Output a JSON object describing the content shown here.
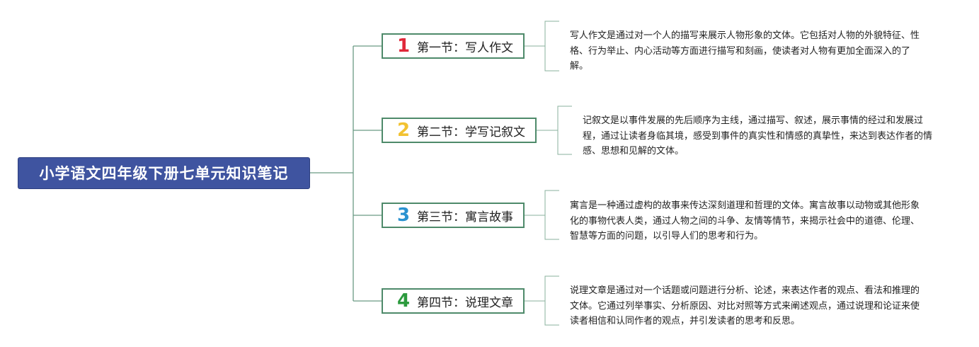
{
  "root": {
    "title": "小学语文四年级下册七单元知识笔记"
  },
  "sections": [
    {
      "number": "1",
      "number_color": "#e0293a",
      "label": "第一节：写人作文",
      "description": "写人作文是通过对一个人的描写来展示人物形象的文体。它包括对人物的外貌特征、性格、行为举止、内心活动等方面进行描写和刻画，使读者对人物有更加全面深入的了解。"
    },
    {
      "number": "2",
      "number_color": "#f2c231",
      "label": "第二节：学写记叙文",
      "description": "记叙文是以事件发展的先后顺序为主线，通过描写、叙述，展示事情的经过和发展过程，通过让读者身临其境，感受到事件的真实性和情感的真挚性，来达到表达作者的情感、思想和见解的文体。"
    },
    {
      "number": "3",
      "number_color": "#2a92d0",
      "label": "第三节：寓言故事",
      "description": "寓言是一种通过虚构的故事来传达深刻道理和哲理的文体。寓言故事以动物或其他形象化的事物代表人类，通过人物之间的斗争、友情等情节，来揭示社会中的道德、伦理、智慧等方面的问题，以引导人们的思考和行为。"
    },
    {
      "number": "4",
      "number_color": "#2c9a3e",
      "label": "第四节：说理文章",
      "description": "说理文章是通过对一个话题或问题进行分析、论述，来表达作者的观点、看法和推理的文体。它通过列举事实、分析原因、对比对照等方式来阐述观点，通过说理和论证来使读者相信和认同作者的观点，并引发读者的思考和反思。"
    }
  ],
  "colors": {
    "root_bg": "#3f54a0",
    "connector": "#6a9a84",
    "node_border": "#4e8a6a"
  }
}
